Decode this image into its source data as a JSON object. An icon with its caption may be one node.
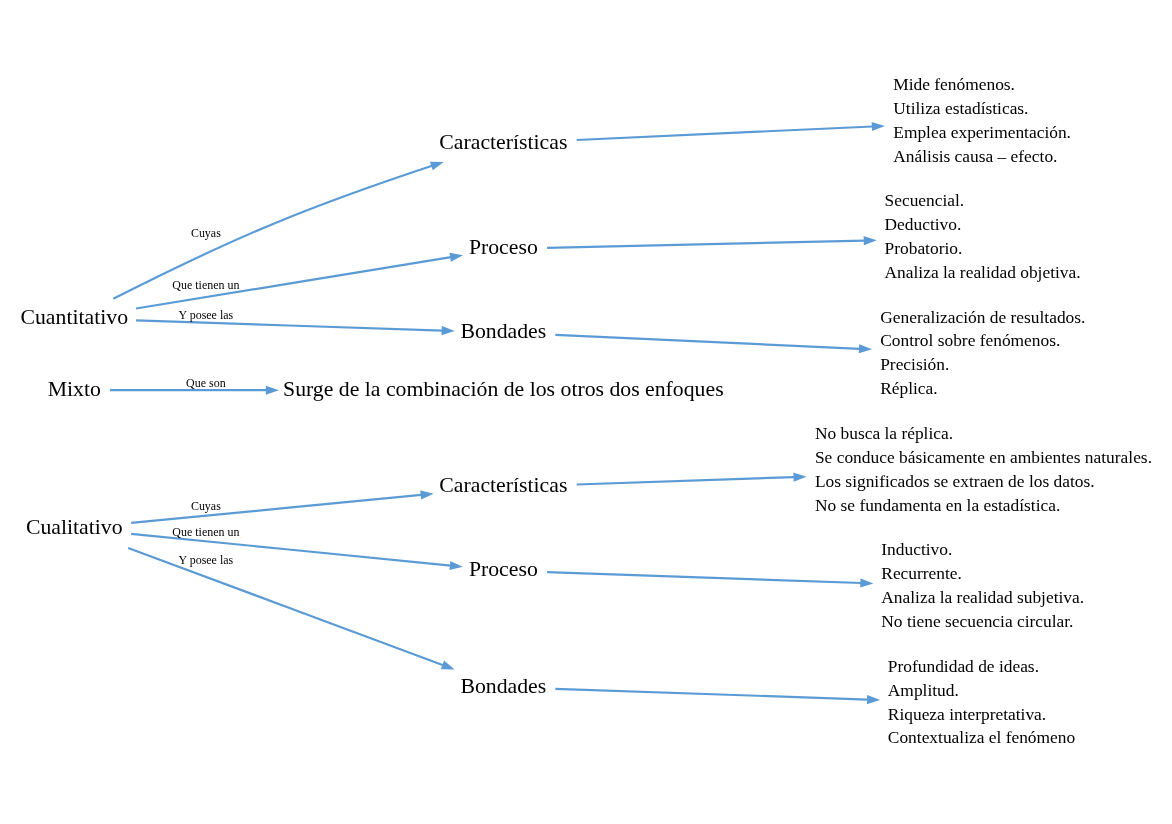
{
  "diagram": {
    "nodes": [
      {
        "text": [
          "Cuantitativo"
        ]
      },
      {
        "text": [
          "Características"
        ]
      },
      {
        "text": [
          "Mide fenómenos.",
          "Utiliza estadísticas.",
          "Emplea experimentación.",
          "Análisis causa – efecto."
        ]
      },
      {
        "text": [
          "Proceso"
        ]
      },
      {
        "text": [
          "Secuencial.",
          "Deductivo.",
          "Probatorio.",
          "Analiza la realidad objetiva."
        ]
      },
      {
        "text": [
          "Bondades"
        ]
      },
      {
        "text": [
          "Generalización de resultados.",
          "Control sobre fenómenos.",
          "Precisión.",
          "Réplica."
        ]
      },
      {
        "text": [
          "Mixto"
        ]
      },
      {
        "text": [
          "Surge de la combinación de los otros dos enfoques"
        ]
      },
      {
        "text": [
          "Cualitativo"
        ]
      },
      {
        "text": [
          "Características"
        ]
      },
      {
        "text": [
          "No busca la réplica.",
          "Se conduce básicamente en ambientes naturales.",
          "Los significados se extraen de los datos.",
          "No se fundamenta en la estadística."
        ]
      },
      {
        "text": [
          "Proceso"
        ]
      },
      {
        "text": [
          "Inductivo.",
          "Recurrente.",
          "Analiza la realidad subjetiva.",
          "No tiene secuencia circular."
        ]
      },
      {
        "text": [
          "Bondades"
        ]
      },
      {
        "text": [
          "Profundidad de ideas.",
          "Amplitud.",
          "Riqueza interpretativa.",
          "Contextualiza el fenómeno"
        ]
      }
    ],
    "edges": [
      {
        "from": 0,
        "to": 1,
        "arrow": "to",
        "label": "Cuyas"
      },
      {
        "from": 0,
        "to": 3,
        "arrow": "to",
        "label": "Que tienen un"
      },
      {
        "from": 0,
        "to": 5,
        "arrow": "to",
        "label": "Y posee las"
      },
      {
        "from": 1,
        "to": 2,
        "arrow": "to"
      },
      {
        "from": 3,
        "to": 4,
        "arrow": "to"
      },
      {
        "from": 5,
        "to": 6,
        "arrow": "to"
      },
      {
        "from": 7,
        "to": 8,
        "arrow": "to",
        "label": "Que son"
      },
      {
        "from": 9,
        "to": 10,
        "arrow": "to",
        "label": "Cuyas"
      },
      {
        "from": 9,
        "to": 12,
        "arrow": "to",
        "label": "Que tienen un"
      },
      {
        "from": 9,
        "to": 14,
        "arrow": "to",
        "label": "Y posee las"
      },
      {
        "from": 10,
        "to": 11,
        "arrow": "to"
      },
      {
        "from": 12,
        "to": 13,
        "arrow": "to"
      },
      {
        "from": 14,
        "to": 15,
        "arrow": "to"
      }
    ]
  }
}
